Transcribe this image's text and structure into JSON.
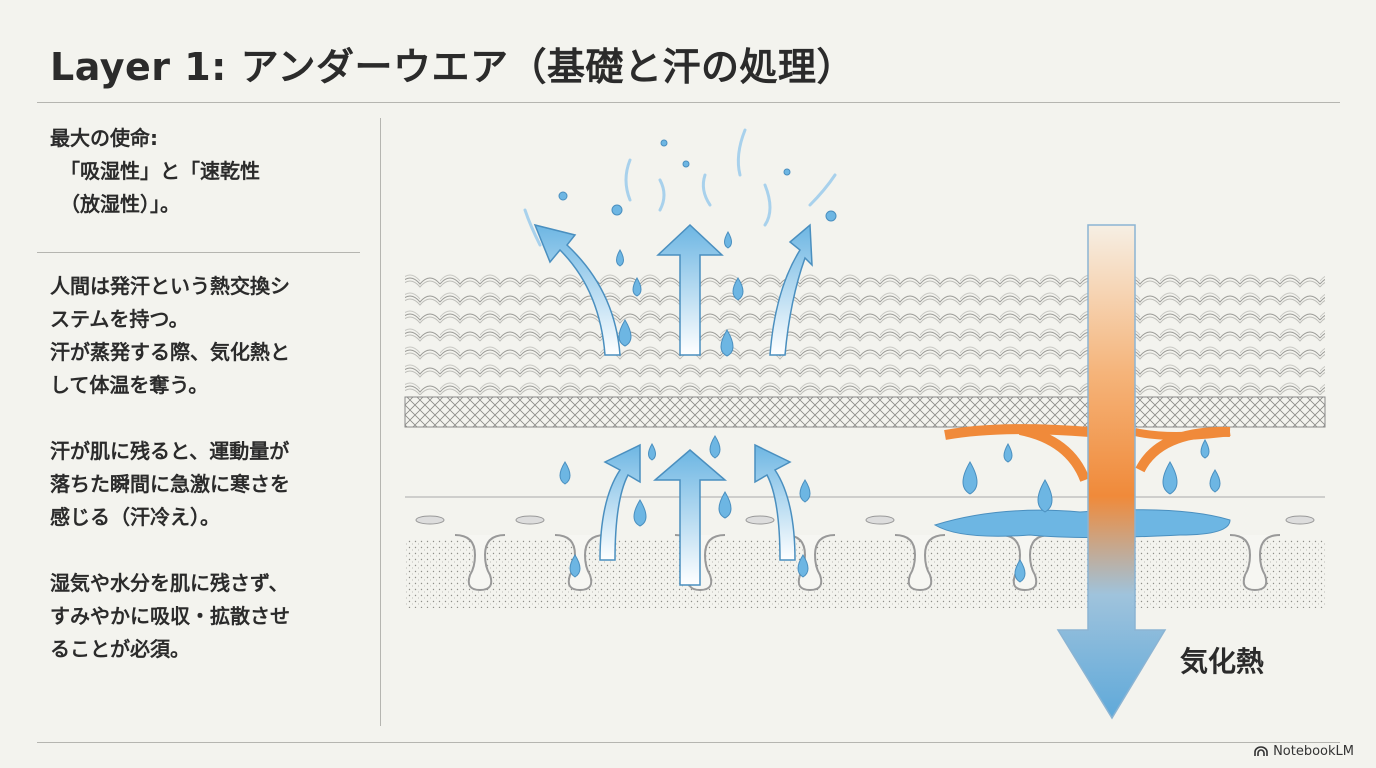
{
  "title": "Layer 1: アンダーウエア（基礎と汗の処理）",
  "mission": {
    "heading": "最大の使命:",
    "line1": "「吸湿性」と「速乾性",
    "line2": "（放湿性）」。"
  },
  "paragraphs": [
    {
      "line1": "人間は発汗という熱交換シ",
      "line2": "ステムを持つ。",
      "line3": "汗が蒸発する際、気化熱と",
      "line4": "して体温を奪う。"
    },
    {
      "line1": "汗が肌に残ると、運動量が",
      "line2": "落ちた瞬間に急激に寒さを",
      "line3": "感じる（汗冷え）。"
    },
    {
      "line1": "湿気や水分を肌に残さず、",
      "line2": "すみやかに吸収・拡散させ",
      "line3": "ることが必須。"
    }
  ],
  "illustration": {
    "heat_label": "気化熱",
    "colors": {
      "water": "#6db6e3",
      "heat": "#f08a3a",
      "fabric": "#9a9a96"
    }
  },
  "footer": {
    "brand": "NotebookLM",
    "brand_icon": "notebooklm-logo-icon"
  }
}
